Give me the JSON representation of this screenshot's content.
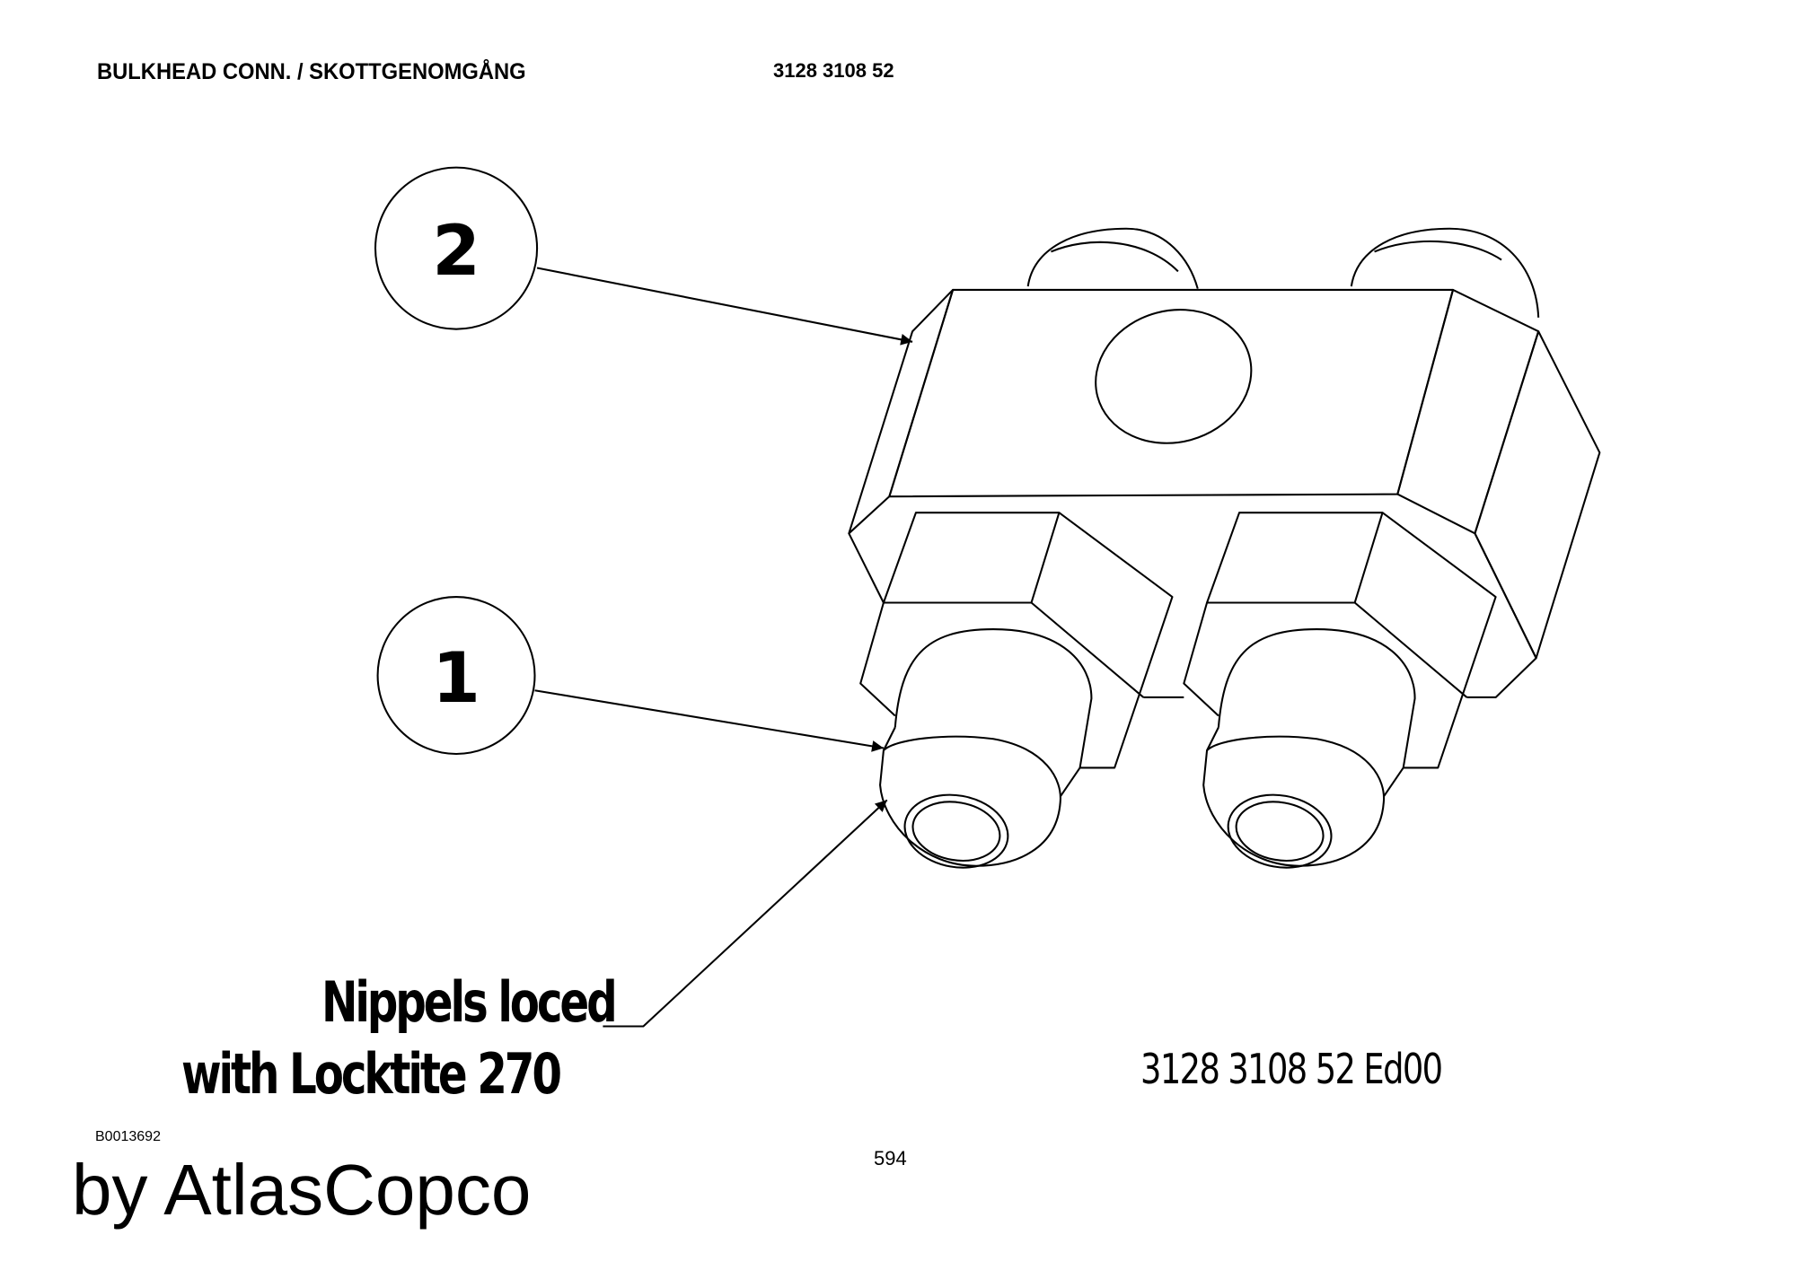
{
  "header": {
    "title": "BULKHEAD CONN. / SKOTTGENOMGÅNG",
    "part_number": "3128 3108 52"
  },
  "drawing": {
    "balloons": [
      "2",
      "1"
    ],
    "note_line1": "Nippels loced",
    "note_line2": "with Locktite 270",
    "drawing_number": "3128 3108 52  Ed00"
  },
  "footer": {
    "image_id": "B0013692",
    "page_number": "594",
    "brand": "by AtlasCopco"
  }
}
